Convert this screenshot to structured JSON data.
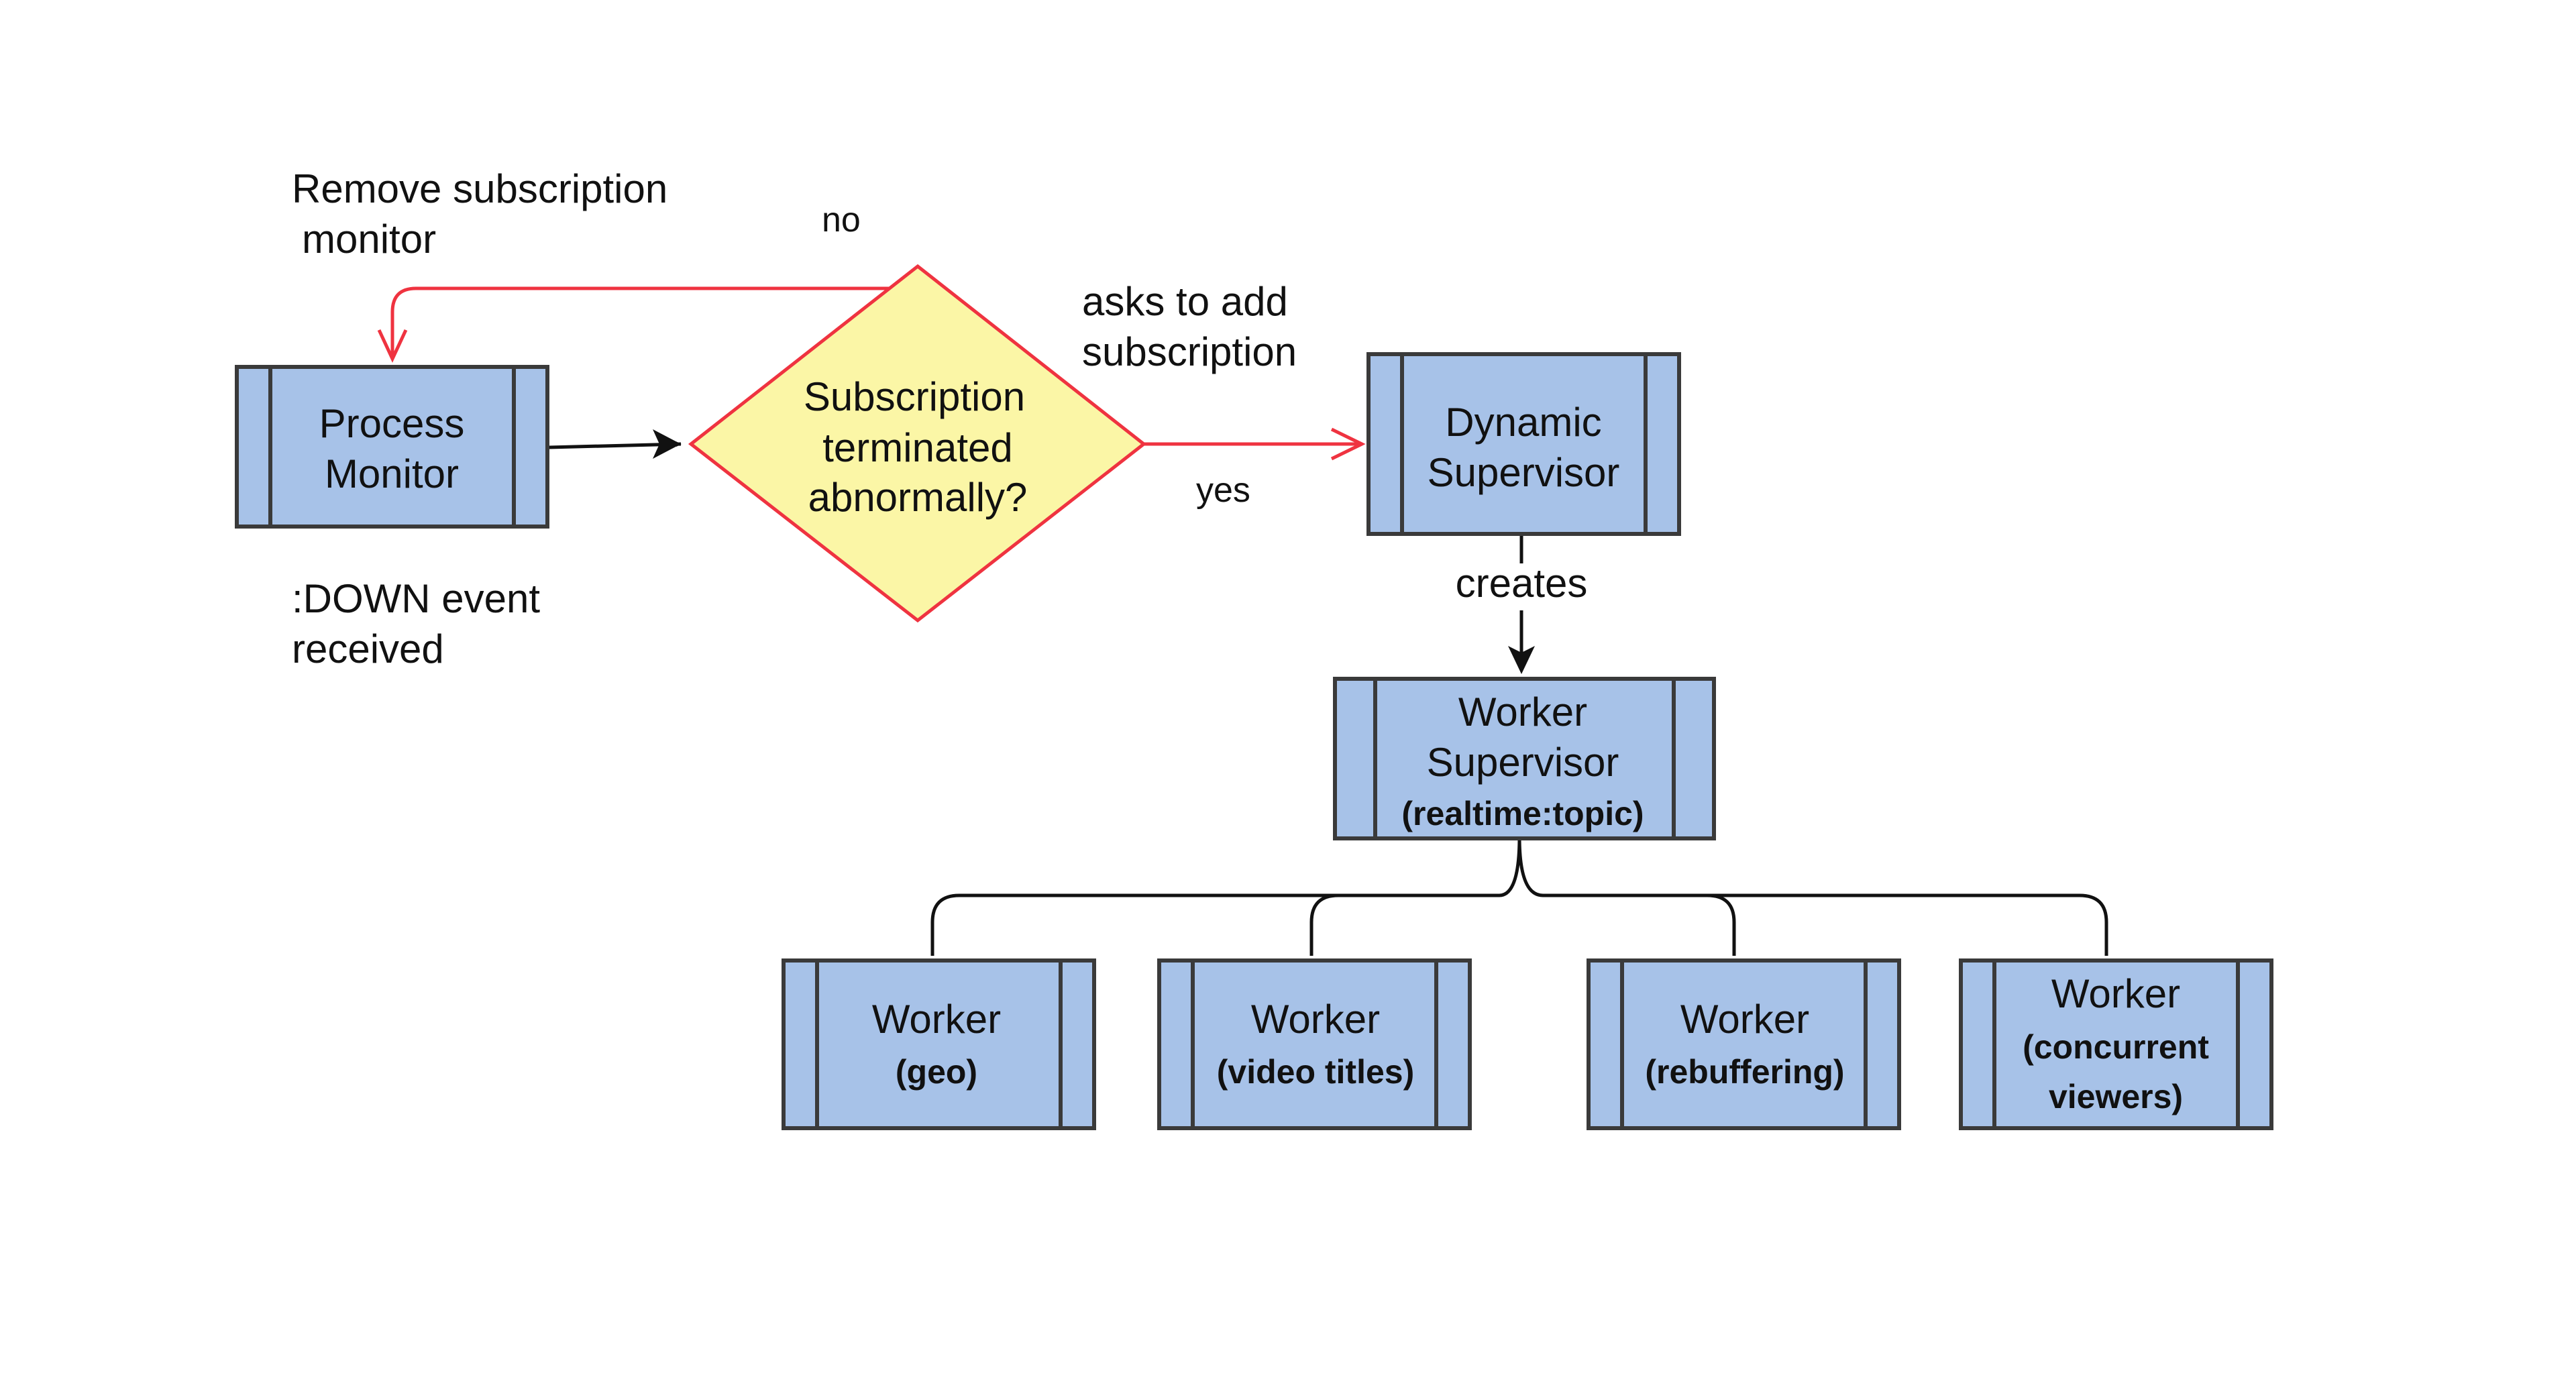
{
  "colors": {
    "box_fill": "#a7c2e8",
    "box_stroke": "#3a3a3a",
    "decision_fill": "#fbf6a6",
    "decision_stroke": "#ef3340",
    "red_edge": "#ef3340",
    "black_edge": "#111111"
  },
  "nodes": {
    "process_monitor": {
      "line1": "Process",
      "line2": "Monitor"
    },
    "decision": {
      "line1": "Subscription",
      "line2": "terminated",
      "line3": "abnormally?"
    },
    "dynamic_supervisor": {
      "line1": "Dynamic",
      "line2": "Supervisor"
    },
    "worker_supervisor": {
      "line1": "Worker",
      "line2": "Supervisor",
      "line3": "(realtime:topic)"
    },
    "workers": [
      {
        "line1": "Worker",
        "line2": "(geo)"
      },
      {
        "line1": "Worker",
        "line2": "(video titles)"
      },
      {
        "line1": "Worker",
        "line2": "(rebuffering)"
      },
      {
        "line1": "Worker",
        "line2": "(concurrent",
        "line3": "viewers)"
      }
    ]
  },
  "labels": {
    "remove_line1": "Remove subscription",
    "remove_line2": "monitor",
    "no": "no",
    "asks_line1": "asks to add",
    "asks_line2": "subscription",
    "yes": "yes",
    "down_line1": ":DOWN event",
    "down_line2": "received",
    "creates": "creates"
  }
}
